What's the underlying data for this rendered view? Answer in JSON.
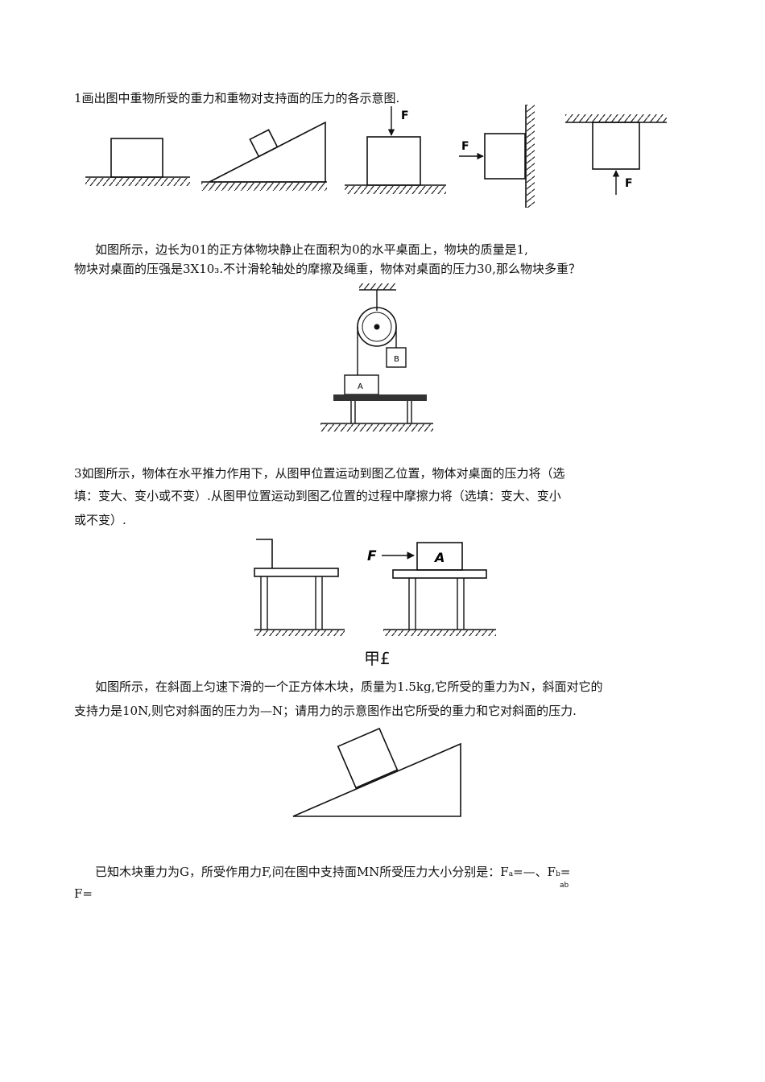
{
  "q1": {
    "text": "1画出图中重物所受的重力和重物对支持面的压力的各示意图.",
    "labels": {
      "f3": "F",
      "f4": "F",
      "f5": "F"
    }
  },
  "q2": {
    "line1": "如图所示，边长为01的正方体物块静止在面积为0的水平桌面上，物块的质量是1,",
    "line2": "物块对桌面的压强是3X10₃.不计滑轮轴处的摩擦及绳重，物体对桌面的压力30,那么物块多重？",
    "labels": {
      "a": "A",
      "b": "B"
    }
  },
  "q3": {
    "line1": "3如图所示，物体在水平推力作用下，从图甲位置运动到图乙位置，物体对桌面的压力将（选",
    "line2": "填：变大、变小或不变）.从图甲位置运动到图乙位置的过程中摩擦力将（选填：变大、变小",
    "line3": "或不变）.",
    "labels": {
      "f": "F",
      "a": "A"
    },
    "caption": "甲£"
  },
  "q4": {
    "line1": "如图所示，在斜面上匀速下滑的一个正方体木块，质量为1.5kg,它所受的重力为N，斜面对它的",
    "line2": "支持力是10N,则它对斜面的压力为—N；请用力的示意图作出它所受的重力和它对斜面的压力."
  },
  "q5": {
    "line1": "已知木块重力为G，所受作用力F,问在图中支持面MN所受压力大小分别是：F",
    "sub_a": "a",
    "mid": "=—、F",
    "sub_b": "b",
    "end": "=",
    "ab": "ab",
    "line2": "F="
  }
}
